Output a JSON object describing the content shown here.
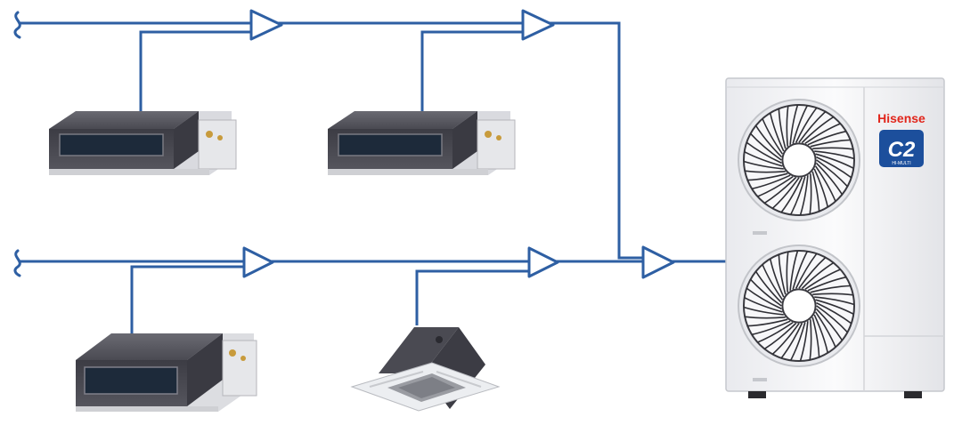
{
  "diagram": {
    "colors": {
      "pipe": "#2e5fa3",
      "brand_red": "#e1251b",
      "badge_blue": "#1c4f9c",
      "unit_dark": "#4a4a50",
      "casing_white": "#f4f5f7"
    },
    "outdoor_unit": {
      "brand": "Hisense",
      "series_badge": "C2",
      "badge_subtext": "HI-MULTI"
    },
    "indoor_units": [
      {
        "type": "ducted-unit"
      },
      {
        "type": "ducted-unit"
      },
      {
        "type": "ducted-unit"
      },
      {
        "type": "cassette-unit"
      }
    ],
    "icons": [
      "branch-joint-icon",
      "pipe-break-icon",
      "fan-icon"
    ]
  }
}
